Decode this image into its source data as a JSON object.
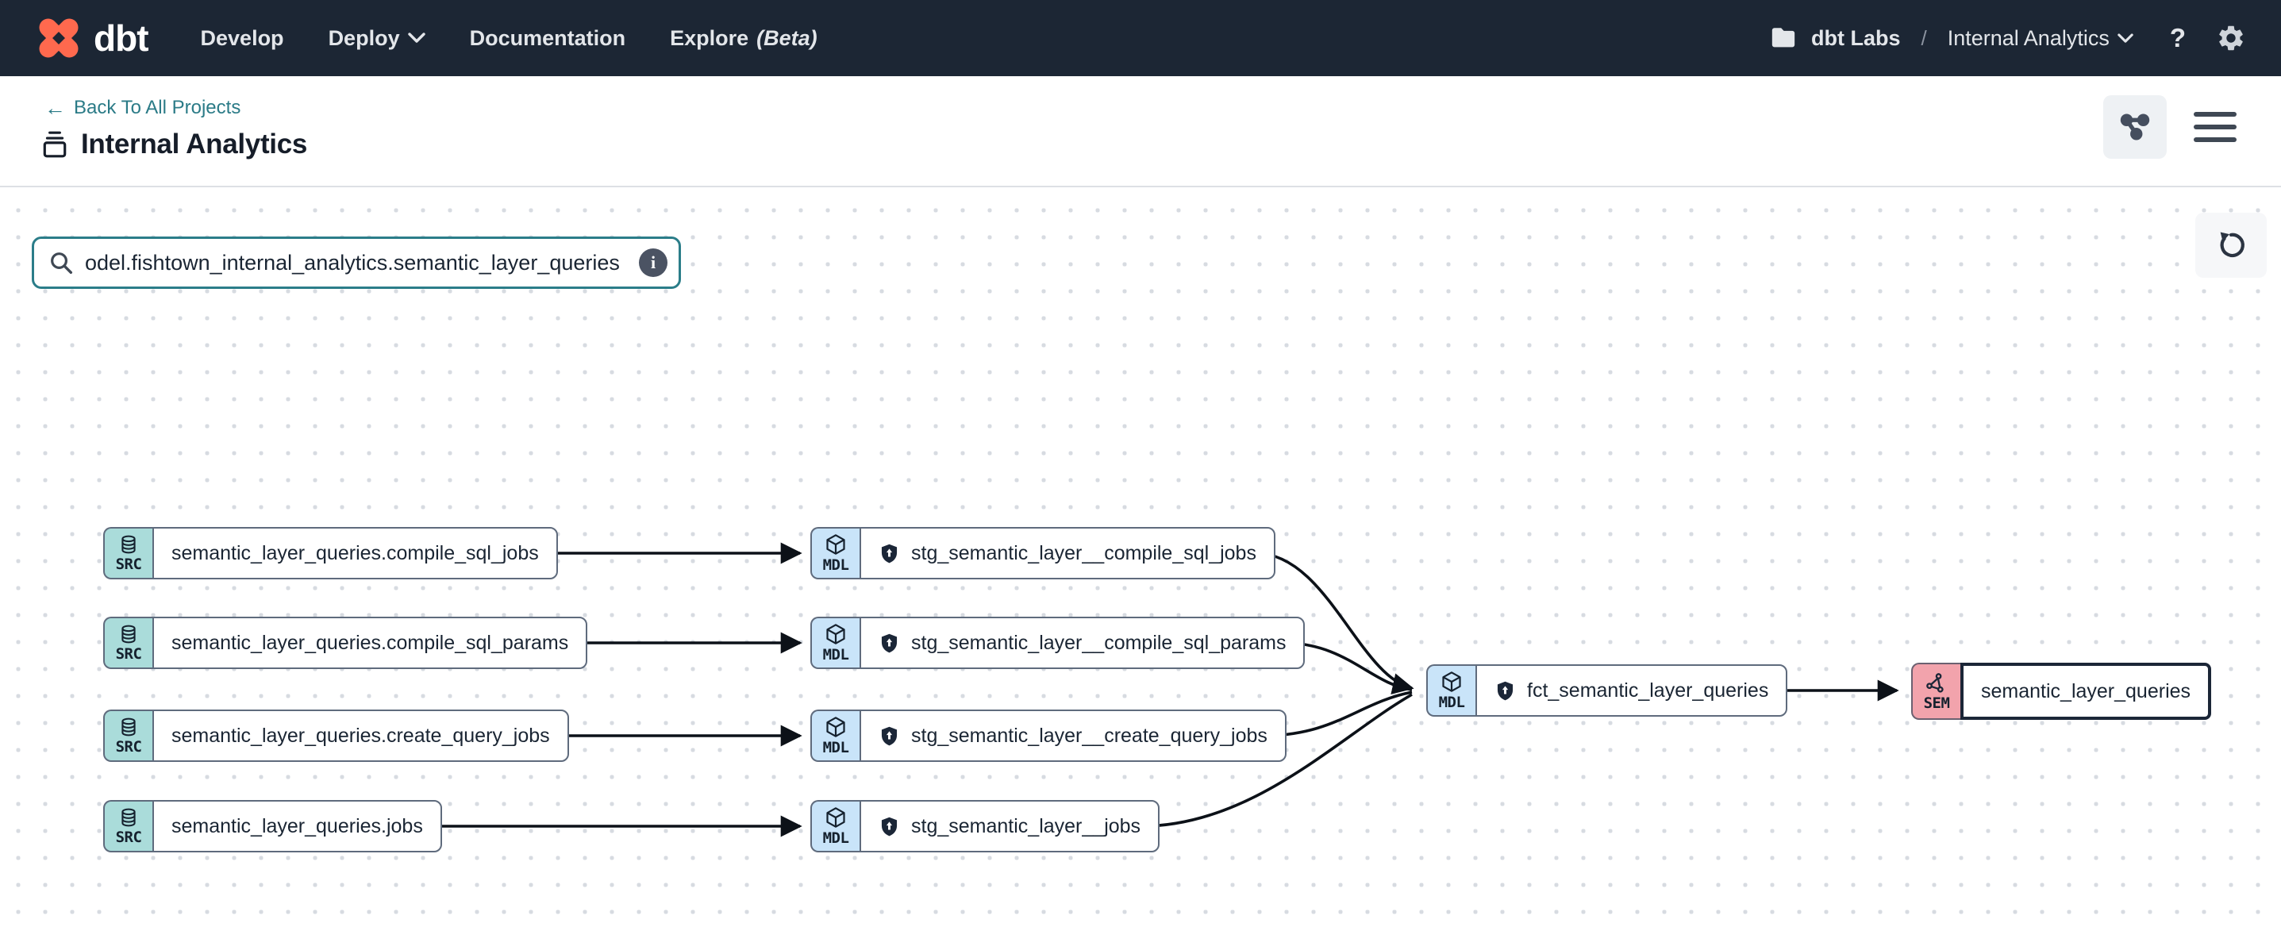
{
  "colors": {
    "navbar-bg": "#1c2634",
    "brand-orange": "#ff694e",
    "nav-text": "#e3e6ea",
    "link-teal": "#2b7b87",
    "src-badge": "#aadcda",
    "mdl-badge": "#c9e4f9",
    "sem-badge": "#f2a3ac",
    "node-border": "#5f6b7d",
    "node-text": "#1a2533",
    "edge": "#0c1118",
    "selected": "#1b2637",
    "canvas-dot": "#d7dbe1",
    "search-border": "#2b7d89"
  },
  "navbar": {
    "brand": "dbt",
    "items": [
      {
        "label": "Develop"
      },
      {
        "label": "Deploy"
      },
      {
        "label": "Documentation"
      },
      {
        "label": "Explore"
      }
    ],
    "beta_suffix": "(Beta)",
    "account": "dbt Labs",
    "separator": "/",
    "project": "Internal Analytics",
    "help_label": "?"
  },
  "header": {
    "back_link": "Back To All Projects",
    "back_arrow": "←",
    "title": "Internal Analytics"
  },
  "toolbar": {
    "search_value": "odel.fishtown_internal_analytics.semantic_layer_queries",
    "info_label": "i"
  },
  "graph": {
    "badge_src": "SRC",
    "badge_mdl": "MDL",
    "badge_sem": "SEM",
    "sources": [
      {
        "label": "semantic_layer_queries.compile_sql_jobs"
      },
      {
        "label": "semantic_layer_queries.compile_sql_params"
      },
      {
        "label": "semantic_layer_queries.create_query_jobs"
      },
      {
        "label": "semantic_layer_queries.jobs"
      }
    ],
    "staging": [
      {
        "label": "stg_semantic_layer__compile_sql_jobs"
      },
      {
        "label": "stg_semantic_layer__compile_sql_params"
      },
      {
        "label": "stg_semantic_layer__create_query_jobs"
      },
      {
        "label": "stg_semantic_layer__jobs"
      }
    ],
    "fact": {
      "label": "fct_semantic_layer_queries"
    },
    "semantic": {
      "label": "semantic_layer_queries"
    }
  }
}
